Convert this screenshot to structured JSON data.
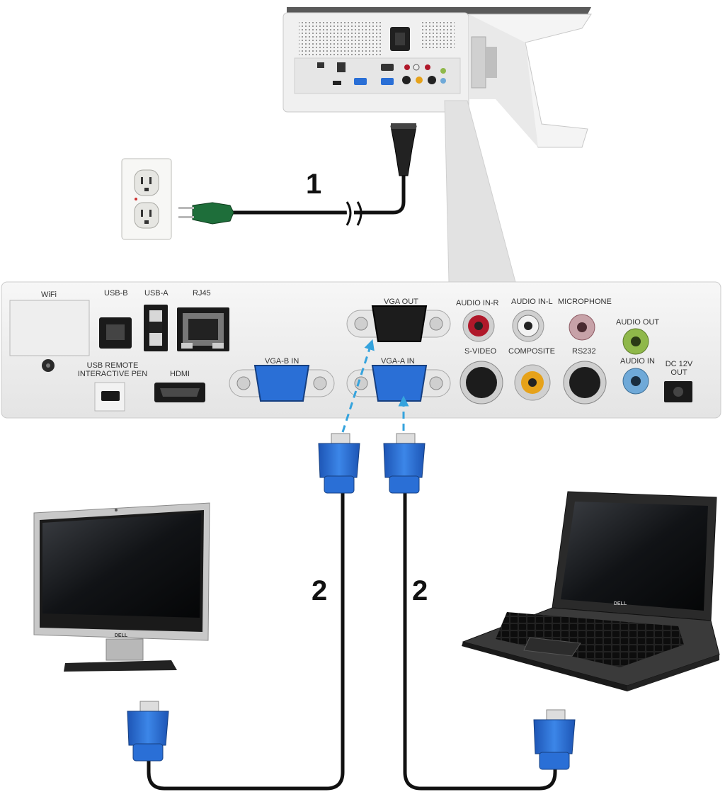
{
  "callouts": {
    "power_cable": "1",
    "vga_cable_monitor": "2",
    "vga_cable_laptop": "2"
  },
  "panel": {
    "wifi": "WiFi",
    "usb_b": "USB-B",
    "usb_a": "USB-A",
    "rj45": "RJ45",
    "usb_remote_line1": "USB REMOTE",
    "usb_remote_line2": "INTERACTIVE PEN",
    "hdmi": "HDMI",
    "vga_b_in": "VGA-B IN",
    "vga_out": "VGA OUT",
    "vga_a_in": "VGA-A IN",
    "audio_in_r": "AUDIO IN-R",
    "audio_in_l": "AUDIO IN-L",
    "microphone": "MICROPHONE",
    "s_video": "S-VIDEO",
    "composite": "COMPOSITE",
    "rs232": "RS232",
    "audio_out": "AUDIO OUT",
    "audio_in": "AUDIO IN",
    "dc_line1": "DC 12V",
    "dc_line2": "OUT"
  },
  "logos": {
    "monitor": "DELL",
    "laptop": "DELL"
  },
  "colors": {
    "vga_blue": "#2a6fd6",
    "dashed_arrow": "#35a3dd",
    "power_plug_green": "#1e6e3a",
    "audio_red": "#b0182a",
    "audio_green": "#8fb84a",
    "audio_blue": "#6fa9d8",
    "composite_yellow": "#e6a21a",
    "panel_gray": "#eeeeee"
  }
}
